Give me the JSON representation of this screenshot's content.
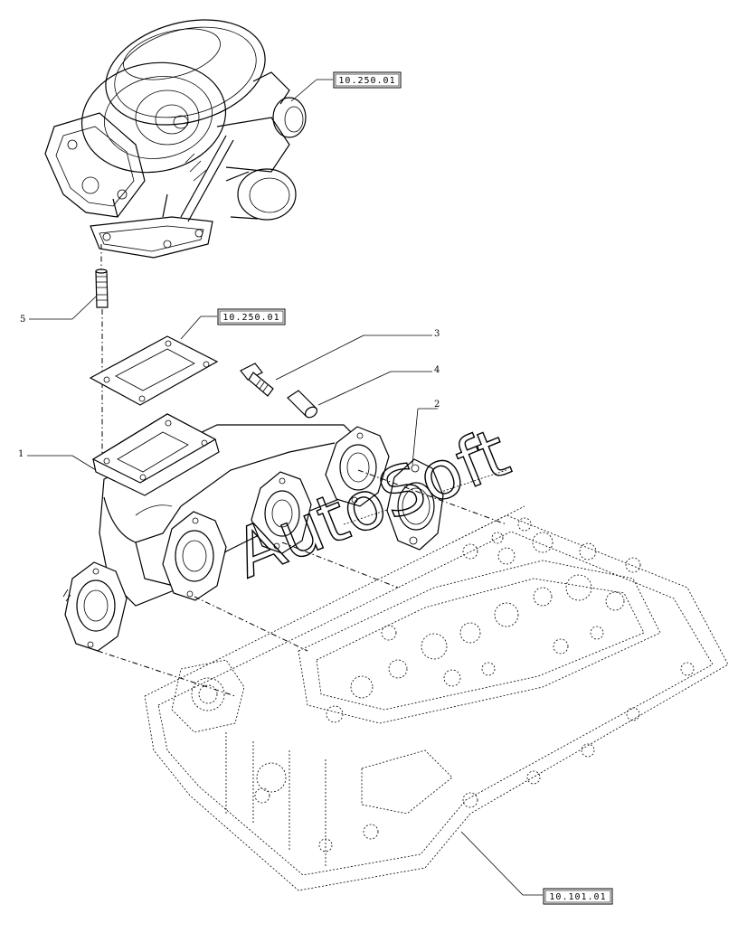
{
  "references": {
    "turbo": "10.250.01",
    "gasket_ref": "10.250.01",
    "cylinder_head": "10.101.01"
  },
  "callouts": {
    "c1": "1",
    "c2": "2",
    "c3": "3",
    "c4": "4",
    "c5": "5"
  },
  "watermark": "AutoSoft"
}
